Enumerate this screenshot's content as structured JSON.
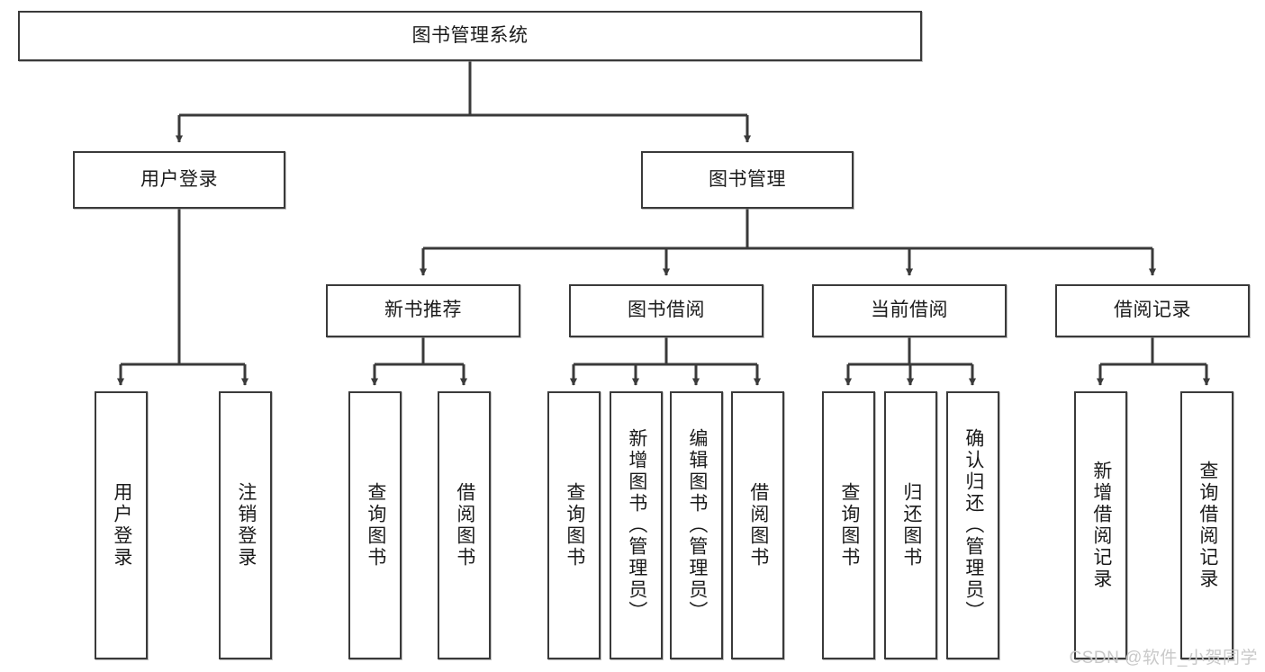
{
  "diagram": {
    "title": "图书管理系统",
    "type": "hierarchy-tree",
    "watermark": "CSDN @软件_小贺同学",
    "colors": {
      "box_border": "#3a3a3a",
      "box_fill": "#ffffff",
      "edge": "#3a3a3a",
      "text": "#1b1b1b",
      "watermark": "#c9c9c9"
    },
    "nodes": {
      "root": {
        "label": "图书管理系统"
      },
      "level2": [
        {
          "id": "user-login",
          "label": "用户登录"
        },
        {
          "id": "book-manage",
          "label": "图书管理"
        }
      ],
      "level3": [
        {
          "id": "new-book-recommend",
          "label": "新书推荐"
        },
        {
          "id": "book-borrow",
          "label": "图书借阅"
        },
        {
          "id": "current-borrow",
          "label": "当前借阅"
        },
        {
          "id": "borrow-record",
          "label": "借阅记录"
        }
      ],
      "leaves": {
        "user-login": [
          {
            "id": "leaf-user-login",
            "label": "用户登录"
          },
          {
            "id": "leaf-user-logout",
            "label": "注销登录"
          }
        ],
        "new-book-recommend": [
          {
            "id": "leaf-query-book-1",
            "label": "查询图书"
          },
          {
            "id": "leaf-borrow-book-1",
            "label": "借阅图书"
          }
        ],
        "book-borrow": [
          {
            "id": "leaf-query-book-2",
            "label": "查询图书"
          },
          {
            "id": "leaf-add-book",
            "label": "新增图书（管理员）"
          },
          {
            "id": "leaf-edit-book",
            "label": "编辑图书（管理员）"
          },
          {
            "id": "leaf-borrow-book-2",
            "label": "借阅图书"
          }
        ],
        "current-borrow": [
          {
            "id": "leaf-query-book-3",
            "label": "查询图书"
          },
          {
            "id": "leaf-return-book",
            "label": "归还图书"
          },
          {
            "id": "leaf-confirm-return",
            "label": "确认归还（管理员）"
          }
        ],
        "borrow-record": [
          {
            "id": "leaf-add-record",
            "label": "新增借阅记录"
          },
          {
            "id": "leaf-query-record",
            "label": "查询借阅记录"
          }
        ]
      }
    }
  }
}
